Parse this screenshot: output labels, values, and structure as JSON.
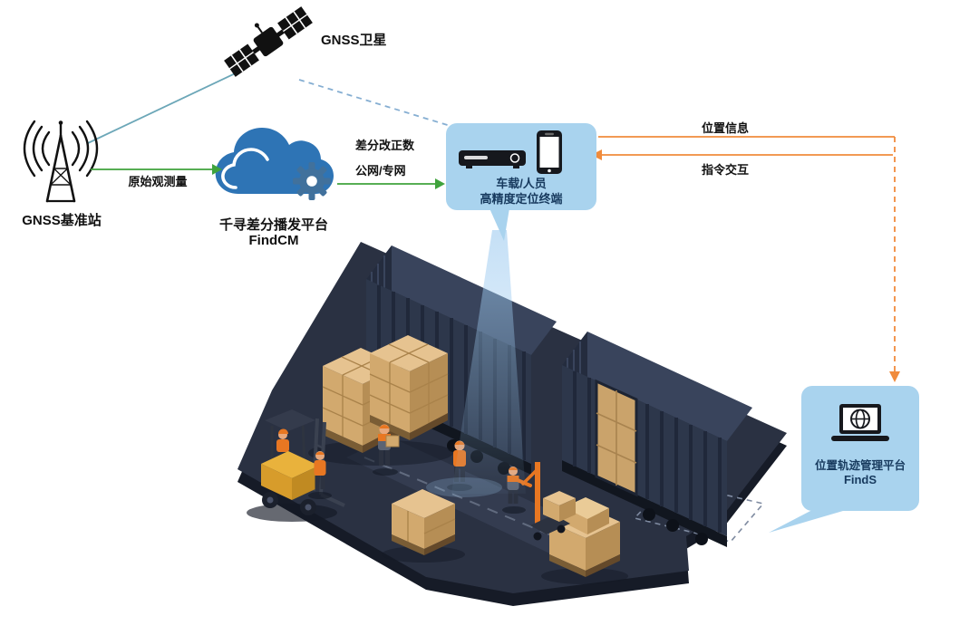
{
  "diagram": {
    "satellite": {
      "label": "GNSS卫星"
    },
    "base_station": {
      "label": "GNSS基准站"
    },
    "cloud": {
      "name": "千寻差分播发平台",
      "sub": "FindCM"
    },
    "flows": {
      "raw_obs": "原始观测量",
      "correction_line1": "差分改正数",
      "correction_line2": "公网/专网",
      "position_info": "位置信息",
      "command": "指令交互"
    },
    "terminal": {
      "line1": "车载/人员",
      "line2": "高精度定位终端"
    },
    "platform": {
      "name": "位置轨迹管理平台",
      "sub": "FindS"
    },
    "colors": {
      "bubble_blue": "#a9d3ee",
      "cloud_blue": "#2e74b5",
      "gear_blue": "#41719c",
      "arrow_green": "#3fa33c",
      "arrow_orange": "#f08b3c",
      "link_teal": "#6ca7b8",
      "link_dash_blue": "#85aed2",
      "bubble_text": "#173a5e"
    },
    "icons": [
      "satellite-icon",
      "antenna-tower-icon",
      "cloud-icon",
      "gear-icon",
      "receiver-icon",
      "phone-icon",
      "laptop-globe-icon"
    ]
  }
}
